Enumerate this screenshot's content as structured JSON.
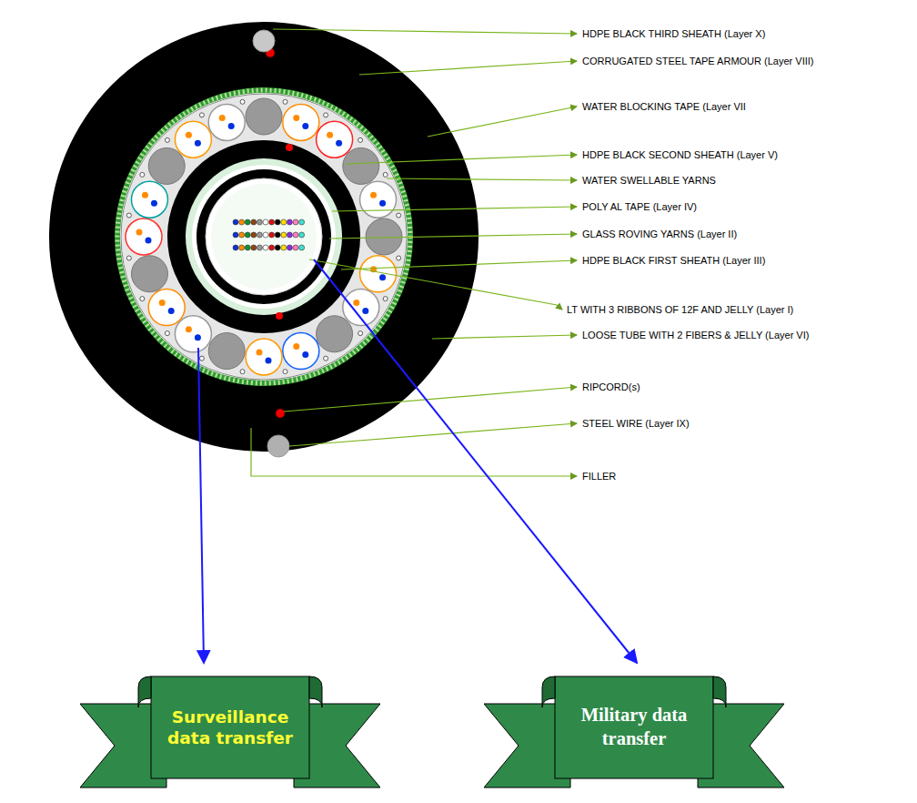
{
  "diagram": {
    "nodes": [
      {
        "text": [
          "Surveillance data transfer"
        ]
      },
      {
        "text": [
          "Military data transfer"
        ]
      }
    ],
    "labels": [
      "HDPE BLACK THIRD SHEATH (Layer X)",
      "CORRUGATED STEEL TAPE ARMOUR (Layer VIII)",
      "WATER BLOCKING TAPE (Layer VII",
      "HDPE BLACK SECOND SHEATH (Layer V)",
      "WATER SWELLABLE YARNS",
      "POLY AL TAPE (Layer IV)",
      "GLASS ROVING YARNS (Layer II)",
      "HDPE BLACK FIRST SHEATH (Layer III)",
      "LT WITH 3 RIBBONS OF 12F AND JELLY (Layer I)",
      "LOOSE TUBE WITH 2 FIBERS & JELLY (Layer VI)",
      "RIPCORD(s)",
      "STEEL WIRE (Layer IX)",
      "FILLER"
    ]
  }
}
